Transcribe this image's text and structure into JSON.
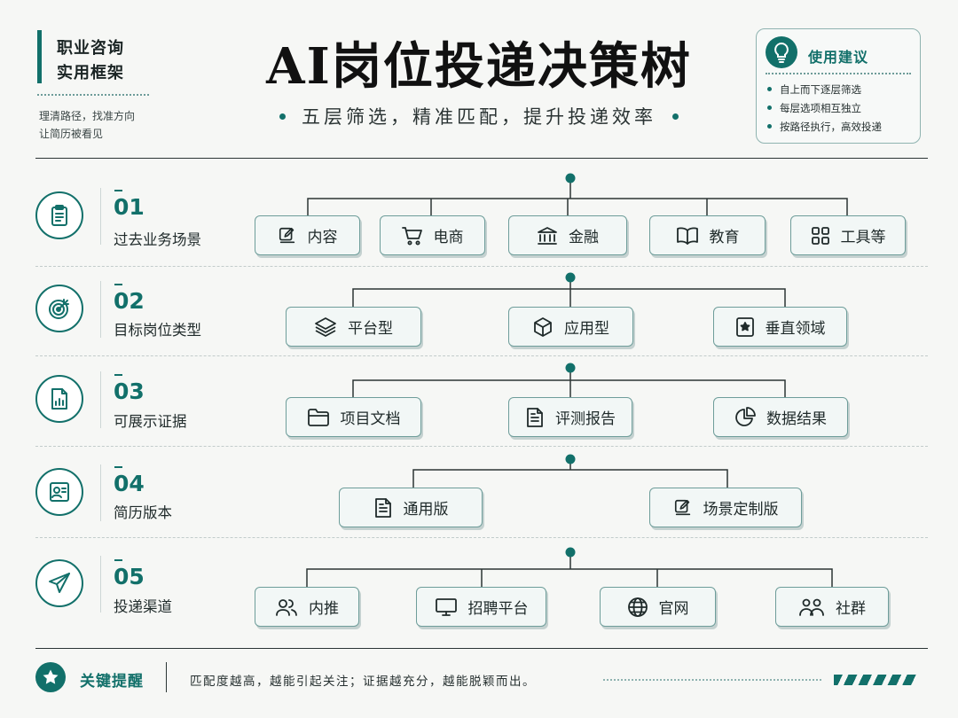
{
  "header": {
    "badge_line1": "职业咨询",
    "badge_line2": "实用框架",
    "badge_sub1": "理清路径，找准方向",
    "badge_sub2": "让简历被看见",
    "title": "AI岗位投递决策树",
    "subtitle": "五层筛选，精准匹配，提升投递效率"
  },
  "advice": {
    "heading": "使用建议",
    "icon": "lightbulb-icon",
    "items": [
      "自上而下逐层筛选",
      "每层选项相互独立",
      "按路径执行，高效投递"
    ]
  },
  "rows": [
    {
      "num": "01",
      "label": "过去业务场景",
      "icon": "clipboard-icon",
      "options": [
        {
          "label": "内容",
          "icon": "edit-icon"
        },
        {
          "label": "电商",
          "icon": "cart-icon"
        },
        {
          "label": "金融",
          "icon": "bank-icon"
        },
        {
          "label": "教育",
          "icon": "book-icon"
        },
        {
          "label": "工具等",
          "icon": "grid-icon"
        }
      ]
    },
    {
      "num": "02",
      "label": "目标岗位类型",
      "icon": "target-icon",
      "options": [
        {
          "label": "平台型",
          "icon": "layers-icon"
        },
        {
          "label": "应用型",
          "icon": "cube-icon"
        },
        {
          "label": "垂直领域",
          "icon": "bookmark-star-icon"
        }
      ]
    },
    {
      "num": "03",
      "label": "可展示证据",
      "icon": "chart-file-icon",
      "options": [
        {
          "label": "项目文档",
          "icon": "folder-icon"
        },
        {
          "label": "评测报告",
          "icon": "document-icon"
        },
        {
          "label": "数据结果",
          "icon": "pie-chart-icon"
        }
      ]
    },
    {
      "num": "04",
      "label": "简历版本",
      "icon": "id-card-icon",
      "options": [
        {
          "label": "通用版",
          "icon": "document-icon"
        },
        {
          "label": "场景定制版",
          "icon": "edit-icon"
        }
      ]
    },
    {
      "num": "05",
      "label": "投递渠道",
      "icon": "paper-plane-icon",
      "options": [
        {
          "label": "内推",
          "icon": "users-icon"
        },
        {
          "label": "招聘平台",
          "icon": "monitor-icon"
        },
        {
          "label": "官网",
          "icon": "globe-icon"
        },
        {
          "label": "社群",
          "icon": "group-icon"
        }
      ]
    }
  ],
  "footer": {
    "key_label": "关键提醒",
    "text": "匹配度越高，越能引起关注；证据越充分，越能脱颖而出。",
    "icon": "star-icon"
  },
  "colors": {
    "accent": "#12706a",
    "background": "#f6f7f5",
    "text": "#1f2a2a"
  }
}
